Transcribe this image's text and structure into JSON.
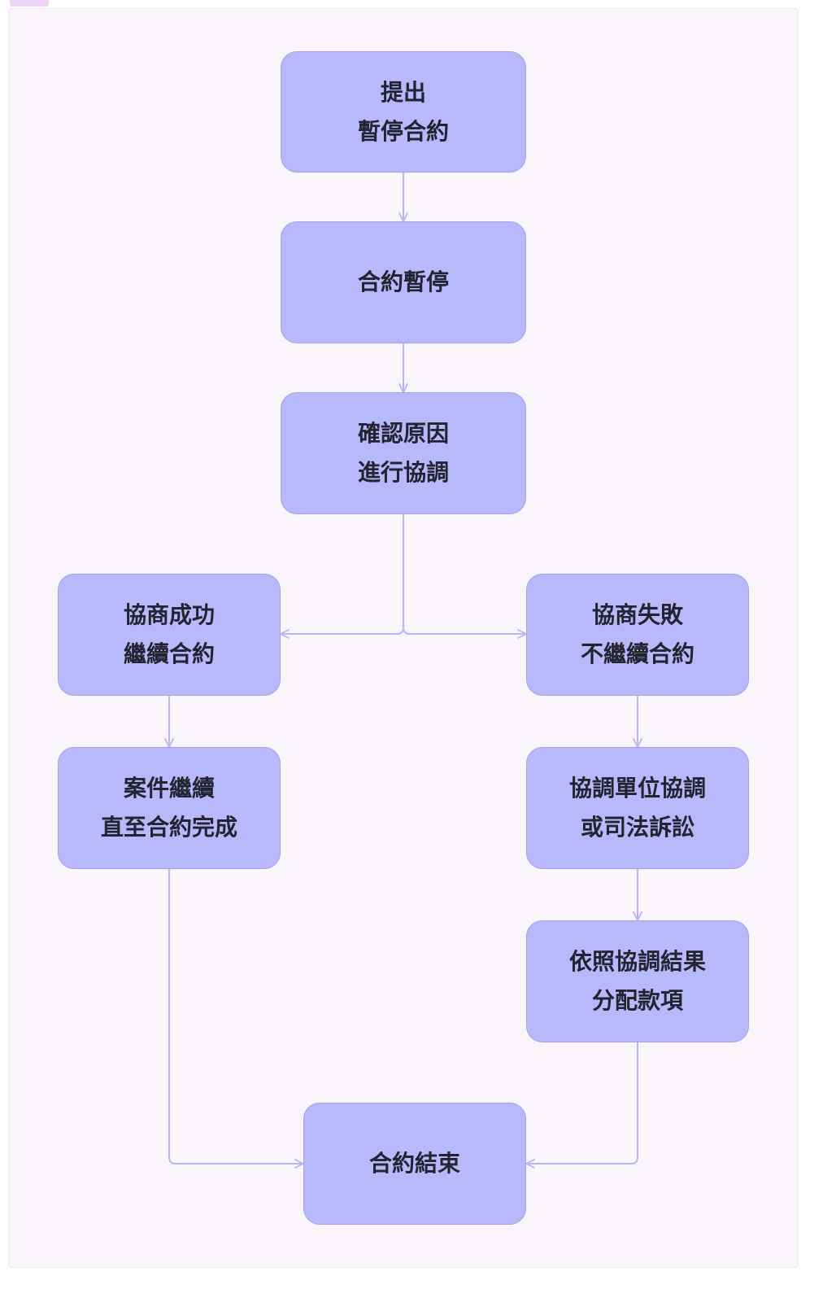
{
  "diagram": {
    "type": "flowchart",
    "colors": {
      "node_fill": "#b8b9fb",
      "node_border": "#a3a3ec",
      "edge": "#b6b6f2",
      "text": "#232331",
      "background": "#faf5fb"
    },
    "nodes": {
      "submit_suspension": {
        "line1": "提出",
        "line2": "暫停合約"
      },
      "contract_suspended": {
        "line1": "合約暫停"
      },
      "confirm_reason": {
        "line1": "確認原因",
        "line2": "進行協調"
      },
      "negotiation_success": {
        "line1": "協商成功",
        "line2": "繼續合約"
      },
      "negotiation_failure": {
        "line1": "協商失敗",
        "line2": "不繼續合約"
      },
      "case_continues": {
        "line1": "案件繼續",
        "line2": "直至合約完成"
      },
      "mediation_or_litigation": {
        "line1": "協調單位協調",
        "line2": "或司法訴訟"
      },
      "distribute_payment": {
        "line1": "依照協調結果",
        "line2": "分配款項"
      },
      "contract_end": {
        "line1": "合約結束"
      }
    },
    "edges": [
      {
        "from": "submit_suspension",
        "to": "contract_suspended"
      },
      {
        "from": "contract_suspended",
        "to": "confirm_reason"
      },
      {
        "from": "confirm_reason",
        "to": "negotiation_success"
      },
      {
        "from": "confirm_reason",
        "to": "negotiation_failure"
      },
      {
        "from": "negotiation_success",
        "to": "case_continues"
      },
      {
        "from": "negotiation_failure",
        "to": "mediation_or_litigation"
      },
      {
        "from": "mediation_or_litigation",
        "to": "distribute_payment"
      },
      {
        "from": "case_continues",
        "to": "contract_end"
      },
      {
        "from": "distribute_payment",
        "to": "contract_end"
      }
    ]
  }
}
